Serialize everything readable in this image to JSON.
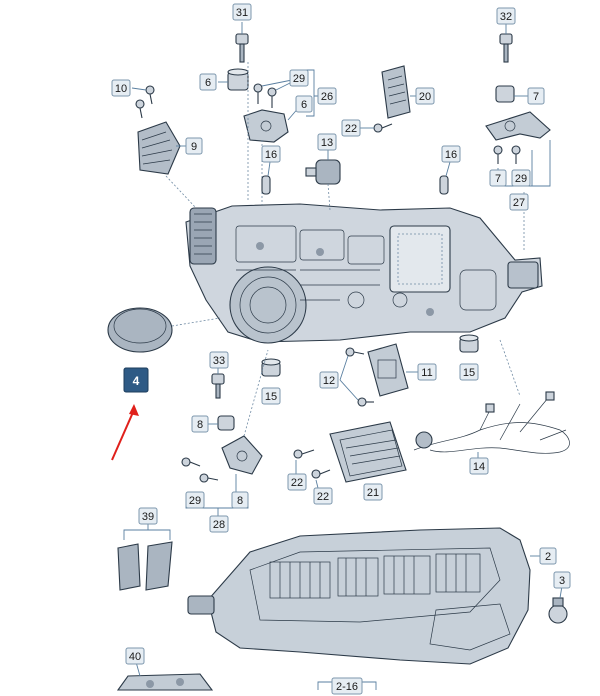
{
  "colors": {
    "part_fill": "#cdd4dc",
    "part_dark": "#8c98a6",
    "outline": "#2c3a48",
    "label_box": "#e6edf3",
    "label_border": "#7d97ad",
    "highlight_fill": "#2e5a85",
    "highlight_text": "#ffffff",
    "arrow": "#e0201b"
  },
  "labels": {
    "l31": "31",
    "l32": "32",
    "l6a": "6",
    "l29a": "29",
    "l6b": "6",
    "l26": "26",
    "l20": "20",
    "l7a": "7",
    "l10": "10",
    "l9": "9",
    "l22a": "22",
    "l13": "13",
    "l16a": "16",
    "l16b": "16",
    "l7b": "7",
    "l29b": "29",
    "l27": "27",
    "l4": "4",
    "l33": "33",
    "l15a": "15",
    "l11": "11",
    "l15b": "15",
    "l12": "12",
    "l8a": "8",
    "l14": "14",
    "l22b": "22",
    "l22c": "22",
    "l21": "21",
    "l29c": "29",
    "l8b": "8",
    "l28": "28",
    "l39": "39",
    "l2": "2",
    "l3": "3",
    "l40": "40",
    "l2_16": "2-16"
  }
}
